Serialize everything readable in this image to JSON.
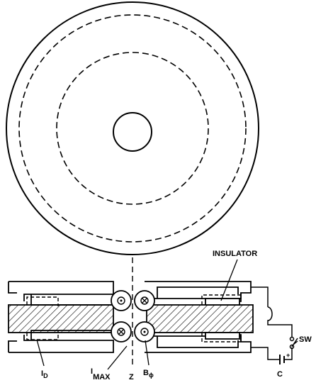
{
  "labels": {
    "insulator": "INSULATOR",
    "sw": "SW",
    "c": "C",
    "i_d_main": "I",
    "i_d_sub": "D",
    "i_max_main": "I",
    "i_max_sub": "MAX",
    "z": "Z",
    "b_main": "B",
    "b_sub": "ϕ",
    "plus": "+"
  }
}
